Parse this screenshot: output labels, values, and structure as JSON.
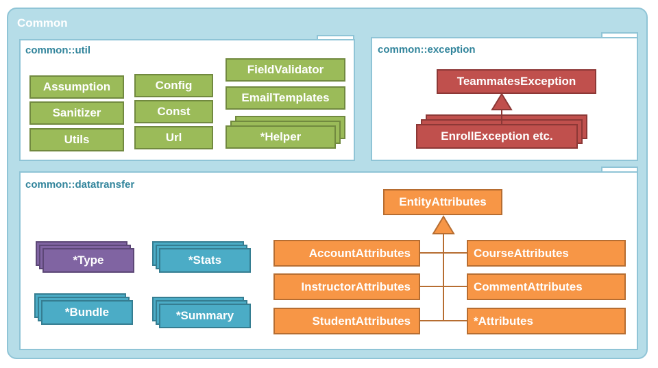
{
  "outer": {
    "title": "Common"
  },
  "util": {
    "title": "common::util",
    "items": [
      "Assumption",
      "Sanitizer",
      "Utils",
      "Config",
      "Const",
      "Url",
      "FieldValidator",
      "EmailTemplates",
      "*Helper"
    ]
  },
  "exception": {
    "title": "common::exception",
    "base": "TeammatesException",
    "derived": "EnrollException etc."
  },
  "datatransfer": {
    "title": "common::datatransfer",
    "type": "*Type",
    "stats": "*Stats",
    "bundle": "*Bundle",
    "summary": "*Summary",
    "entity": "EntityAttributes",
    "left": [
      "AccountAttributes",
      "InstructorAttributes",
      "StudentAttributes"
    ],
    "right": [
      "CourseAttributes",
      "CommentAttributes",
      "*Attributes"
    ]
  },
  "colors": {
    "util": "#9bbb59",
    "exception": "#c0504d",
    "attributes": "#f79646",
    "type": "#8064a2",
    "stats": "#4bacc6"
  }
}
